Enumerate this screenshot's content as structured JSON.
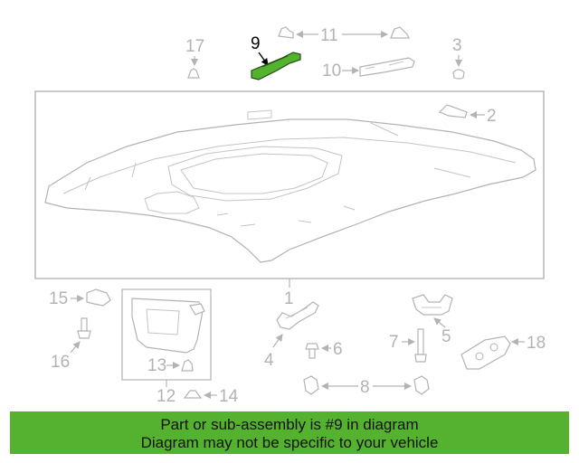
{
  "highlight_color": "#55b22e",
  "highlighted_part": "9",
  "callouts": {
    "c1": "1",
    "c2": "2",
    "c3": "3",
    "c4": "4",
    "c5": "5",
    "c6": "6",
    "c7": "7",
    "c8": "8",
    "c9": "9",
    "c10": "10",
    "c11": "11",
    "c12": "12",
    "c13": "13",
    "c14": "14",
    "c15": "15",
    "c16": "16",
    "c17": "17",
    "c18": "18"
  },
  "banner": {
    "line1": "Part or sub-assembly is #9 in diagram",
    "line2": "Diagram may not be specific to your vehicle"
  }
}
